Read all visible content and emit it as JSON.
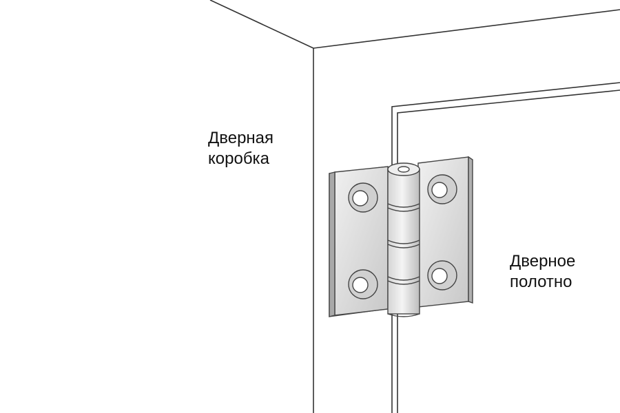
{
  "labels": {
    "frame": {
      "line1": "Дверная",
      "line2": "коробка"
    },
    "door": {
      "line1": "Дверное",
      "line2": "полотно"
    }
  },
  "colors": {
    "line": "#333333",
    "hinge_fill": "#e6e6e6",
    "hinge_shade": "#c9c9c9",
    "hole": "#ffffff",
    "background": "#ffffff"
  }
}
